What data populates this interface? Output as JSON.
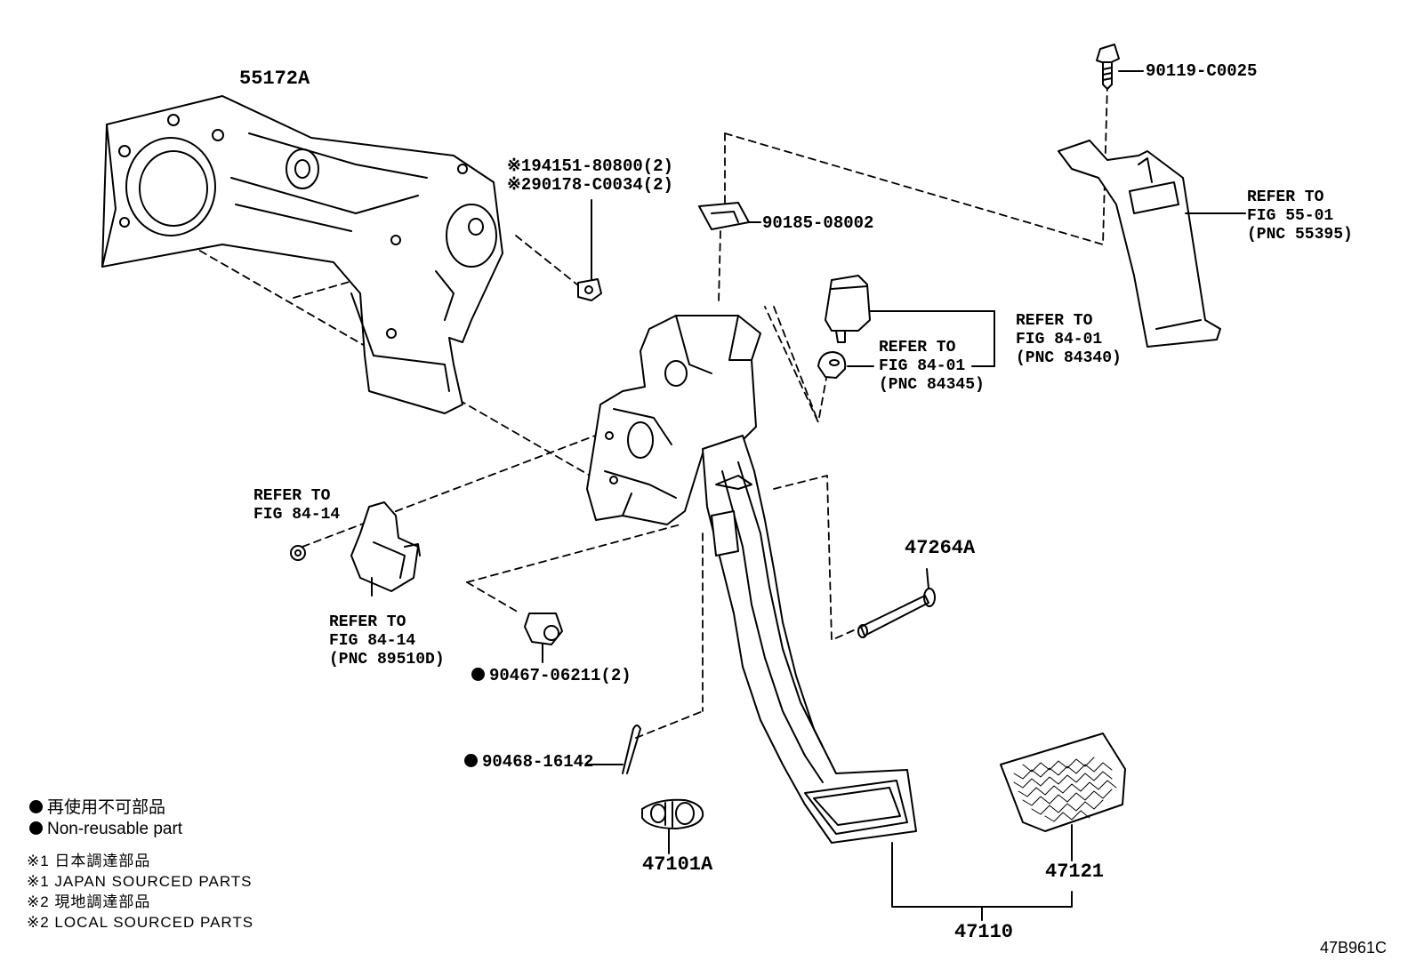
{
  "labels": {
    "p55172A": "55172A",
    "p90119": "90119-C0025",
    "p94151": "94151-80800(2)",
    "p90178": "90178-C0034(2)",
    "p90185": "90185-08002",
    "p47264A": "47264A",
    "p90467": "90467-06211(2)",
    "p90468": "90468-16142",
    "p47101A": "47101A",
    "p47121": "47121",
    "p47110": "47110",
    "diagram_id": "47B961C"
  },
  "markers": {
    "mark1": "※1",
    "mark2": "※2"
  },
  "refs": {
    "fig55": {
      "l1": "REFER TO",
      "l2": "FIG 55-01",
      "l3": "(PNC 55395)"
    },
    "fig84_84340": {
      "l1": "REFER TO",
      "l2": "FIG 84-01",
      "l3": "(PNC 84340)"
    },
    "fig84_84345": {
      "l1": "REFER TO",
      "l2": "FIG 84-01",
      "l3": "(PNC 84345)"
    },
    "fig8414_a": {
      "l1": "REFER TO",
      "l2": "FIG 84-14"
    },
    "fig8414_b": {
      "l1": "REFER TO",
      "l2": "FIG 84-14",
      "l3": "(PNC 89510D)"
    }
  },
  "legend": {
    "nonreusable_jp": "再使用不可部品",
    "nonreusable_en": "Non-reusable part",
    "m1_jp": "※1 日本調達部品",
    "m1_en": "※1 JAPAN SOURCED PARTS",
    "m2_jp": "※2 現地調達部品",
    "m2_en": "※2 LOCAL SOURCED PARTS"
  },
  "colors": {
    "ink": "#000000",
    "background": "#ffffff"
  }
}
